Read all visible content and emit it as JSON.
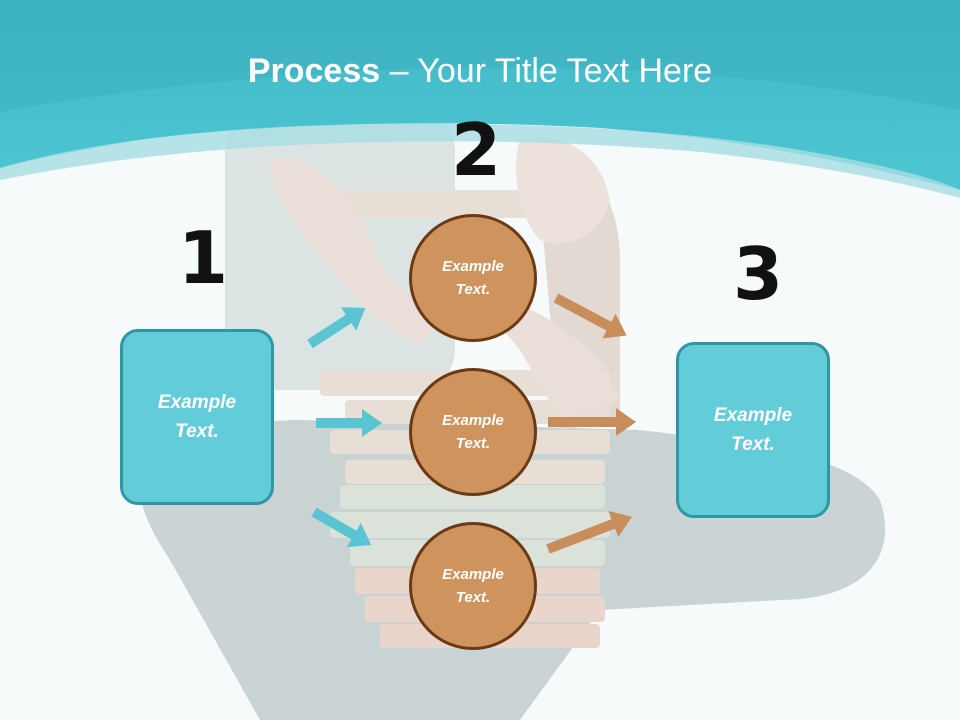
{
  "slide": {
    "title_bold": "Process",
    "title_rest": " – Your Title Text Here"
  },
  "steps": [
    {
      "number": "1"
    },
    {
      "number": "2"
    },
    {
      "number": "3"
    }
  ],
  "boxes": {
    "left": "Example Text.",
    "right": "Example Text."
  },
  "circles": [
    "Example Text.",
    "Example Text.",
    "Example Text."
  ],
  "colors": {
    "header_teal": "#4bc3cf",
    "box_fill": "#62cdd8",
    "box_border": "#2f97a4",
    "circle_fill": "#cf935e",
    "circle_border": "#6b3a14",
    "arrow_teal": "#5bc4d3",
    "arrow_brown": "#c98d5c"
  },
  "icons": [
    "arrow-right-icon"
  ]
}
